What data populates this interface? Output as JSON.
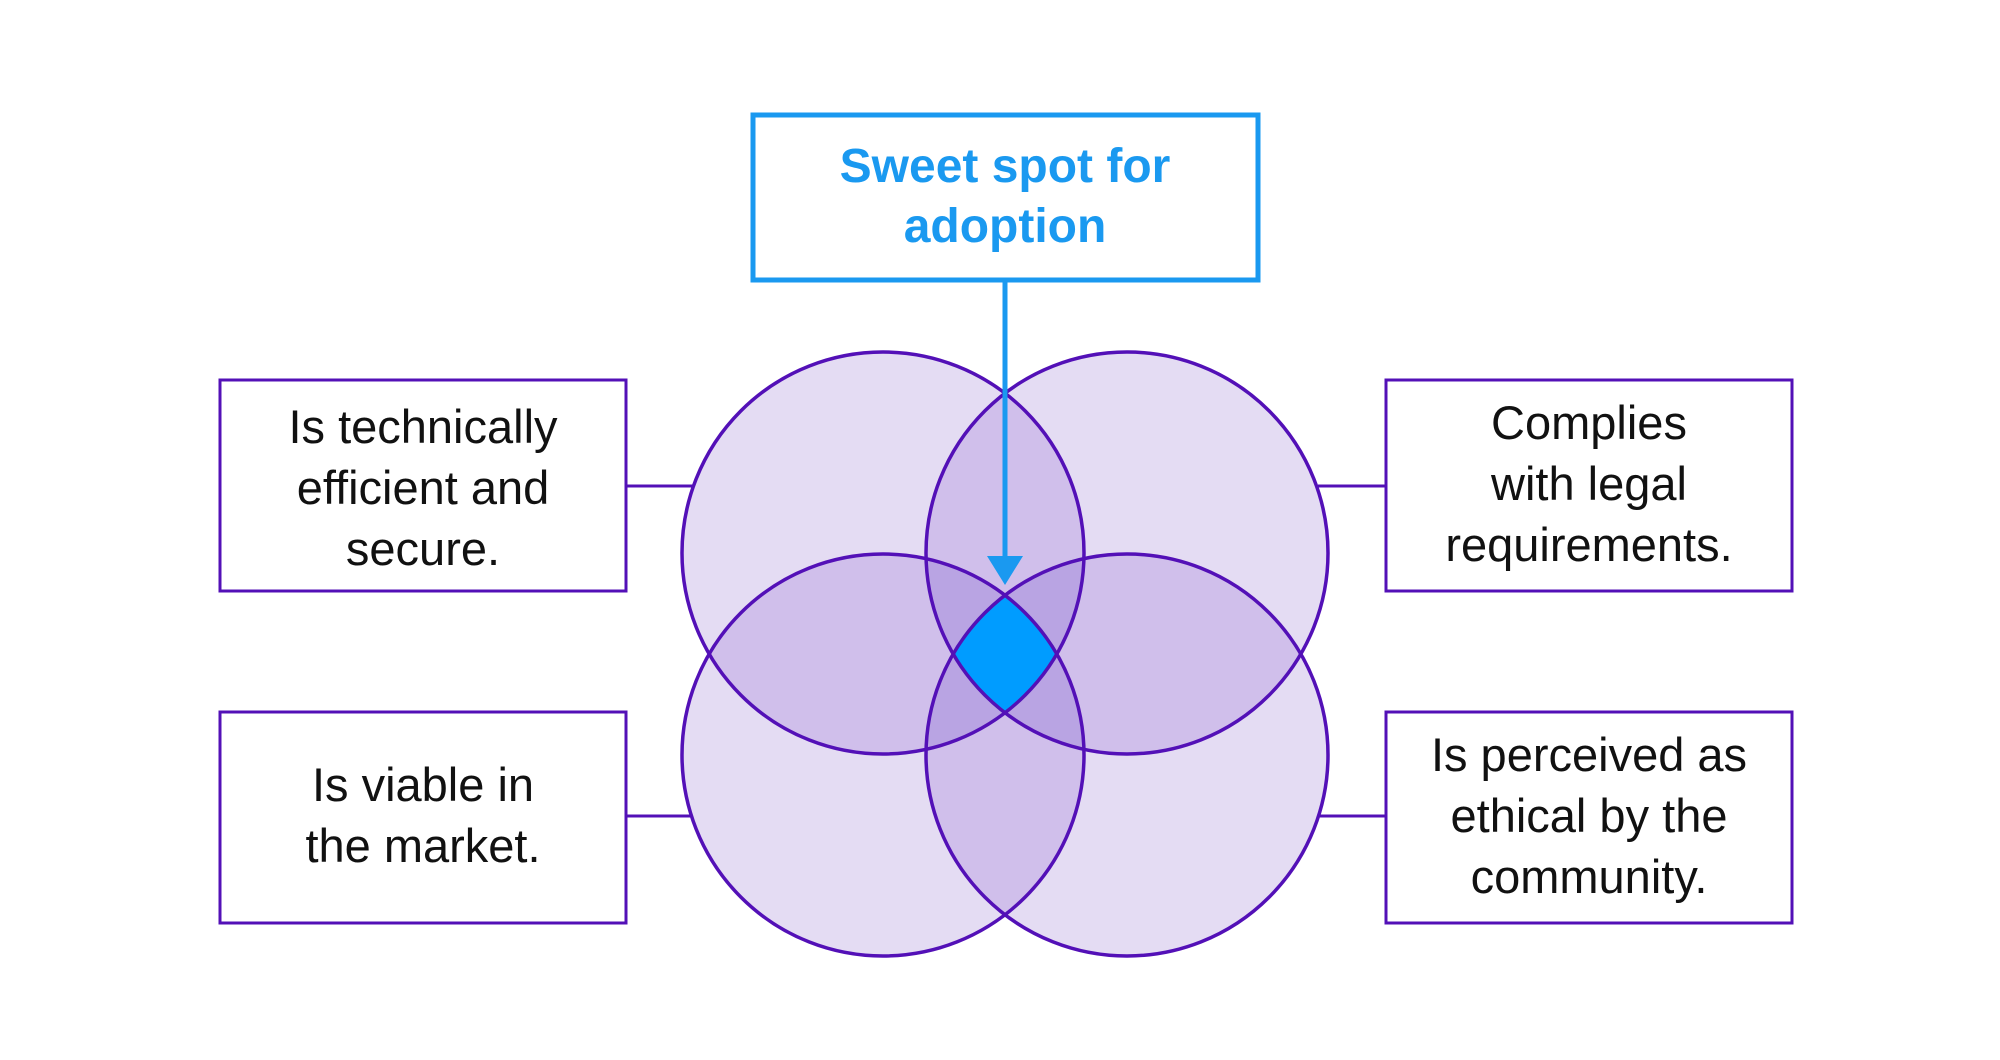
{
  "callout": {
    "lines": [
      "Sweet spot for",
      "adoption"
    ]
  },
  "labels": {
    "technical": {
      "lines": [
        "Is technically",
        "efficient and",
        "secure."
      ]
    },
    "legal": {
      "lines": [
        "Complies",
        "with legal",
        "requirements."
      ]
    },
    "market": {
      "lines": [
        "Is viable in",
        "the market."
      ]
    },
    "ethical": {
      "lines": [
        "Is perceived as",
        "ethical by the",
        "community."
      ]
    }
  },
  "colors": {
    "circle_fill": "#e4dcf3",
    "pair_overlap": "#d0bfeb",
    "triple_overlap": "#b9a4e3",
    "sweet_spot": "#009cff",
    "stroke": "#5310b7",
    "callout": "#1a99f0",
    "text": "#111111"
  }
}
